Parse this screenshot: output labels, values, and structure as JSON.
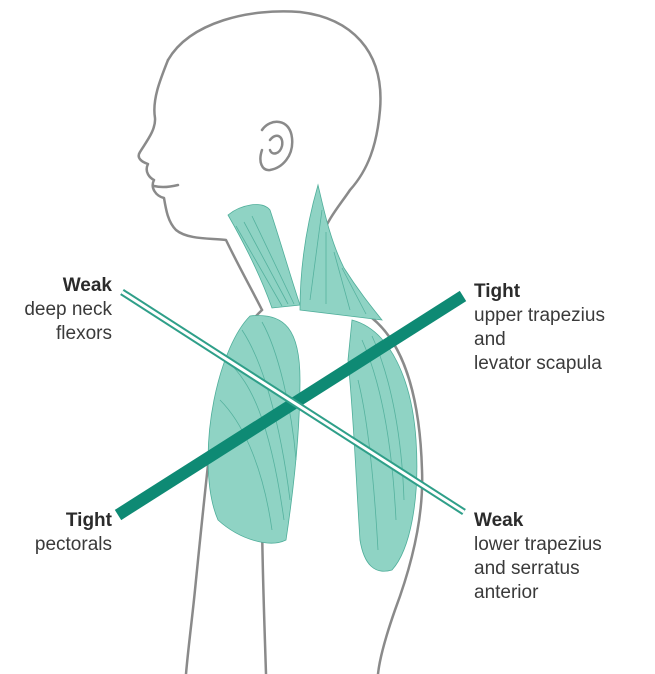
{
  "colors": {
    "outline": "#8a8a8a",
    "muscle_fill": "#8fd3c4",
    "muscle_line": "#4fae9a",
    "tight_line": "#0e8a74",
    "weak_line": "#2f9f89"
  },
  "labels": {
    "weak_neck": {
      "head": "Weak",
      "body": "deep neck\nflexors"
    },
    "tight_pect": {
      "head": "Tight",
      "body": "pectorals"
    },
    "tight_trap": {
      "head": "Tight",
      "body": "upper trapezius\nand\nlevator scapula"
    },
    "weak_lower": {
      "head": "Weak",
      "body": "lower trapezius\nand serratus\nanterior"
    }
  }
}
